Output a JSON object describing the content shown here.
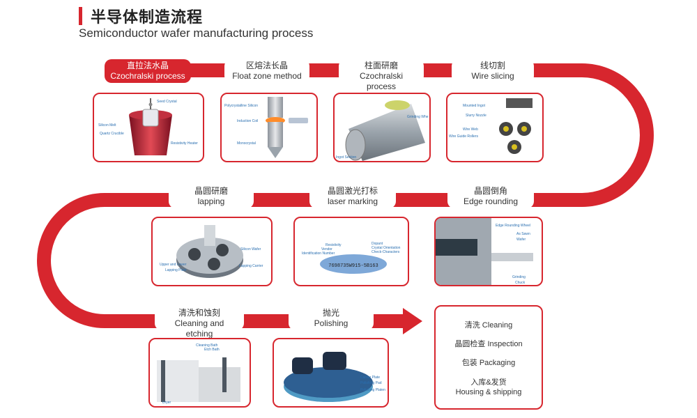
{
  "header": {
    "title_cn": "半导体制造流程",
    "title_en": "Semiconductor wafer manufacturing process"
  },
  "steps": [
    {
      "cn": "直拉法水晶",
      "en": "Czochralski process"
    },
    {
      "cn": "区熔法长晶",
      "en": "Float zone method"
    },
    {
      "cn": "柱面研磨",
      "en": "Czochralski process"
    },
    {
      "cn": "线切割",
      "en": "Wire slicing"
    },
    {
      "cn": "晶圆研磨",
      "en": "lapping"
    },
    {
      "cn": "晶圆激光打标",
      "en": "laser marking"
    },
    {
      "cn": "晶圆倒角",
      "en": "Edge rounding"
    },
    {
      "cn": "清洗和蚀刻",
      "en": "Cleaning and etching"
    },
    {
      "cn": "抛光",
      "en": "Polishing"
    }
  ],
  "cards": {
    "czochralski": {
      "labels": [
        "Seed Crystal",
        "Silicon Melt",
        "Quartz Crucible",
        "Resistivity Heater"
      ]
    },
    "float_zone": {
      "labels": [
        "Polycrystalline Silicon",
        "Induction Coil",
        "Monocrystal"
      ]
    },
    "grinding": {
      "labels": [
        "Grinding Whe",
        "Ingot Section"
      ]
    },
    "wire": {
      "labels": [
        "Mounted Ingot",
        "Slurry Nozzle",
        "Wire Web",
        "Wire Guide Rollers"
      ]
    },
    "lapping": {
      "labels": [
        "Silicon Wafer",
        "Upper and Lower",
        "Lapping Plate",
        "Lapping Carrier"
      ]
    },
    "marking": {
      "labels": [
        "Resistivity",
        "Vendor",
        "Identification Number",
        "Dopant",
        "Crystal Orientation",
        "Check-Characters"
      ],
      "code": "7698735W915-5B163"
    },
    "edge": {
      "labels": [
        "Edge Rounding Wheel",
        "As Sawn",
        "Wafer",
        "Grinding",
        "Chuck"
      ]
    },
    "cleaning": {
      "labels": [
        "Cleaning Bath",
        "Etch Bath",
        "Dryer"
      ]
    },
    "polishing": {
      "labels": [
        "Carrier Plate",
        "Polishing Pad",
        "Polishing Platen"
      ]
    }
  },
  "final": [
    {
      "text": "清洗 Cleaning"
    },
    {
      "text": "晶圆检查 Inspection"
    },
    {
      "text": "包装 Packaging"
    },
    {
      "text": "入库&发货"
    },
    {
      "text": "Housing & shipping"
    }
  ],
  "colors": {
    "accent": "#d7262e",
    "steel": "#9aa3ab",
    "blue": "#2a6fb0"
  }
}
